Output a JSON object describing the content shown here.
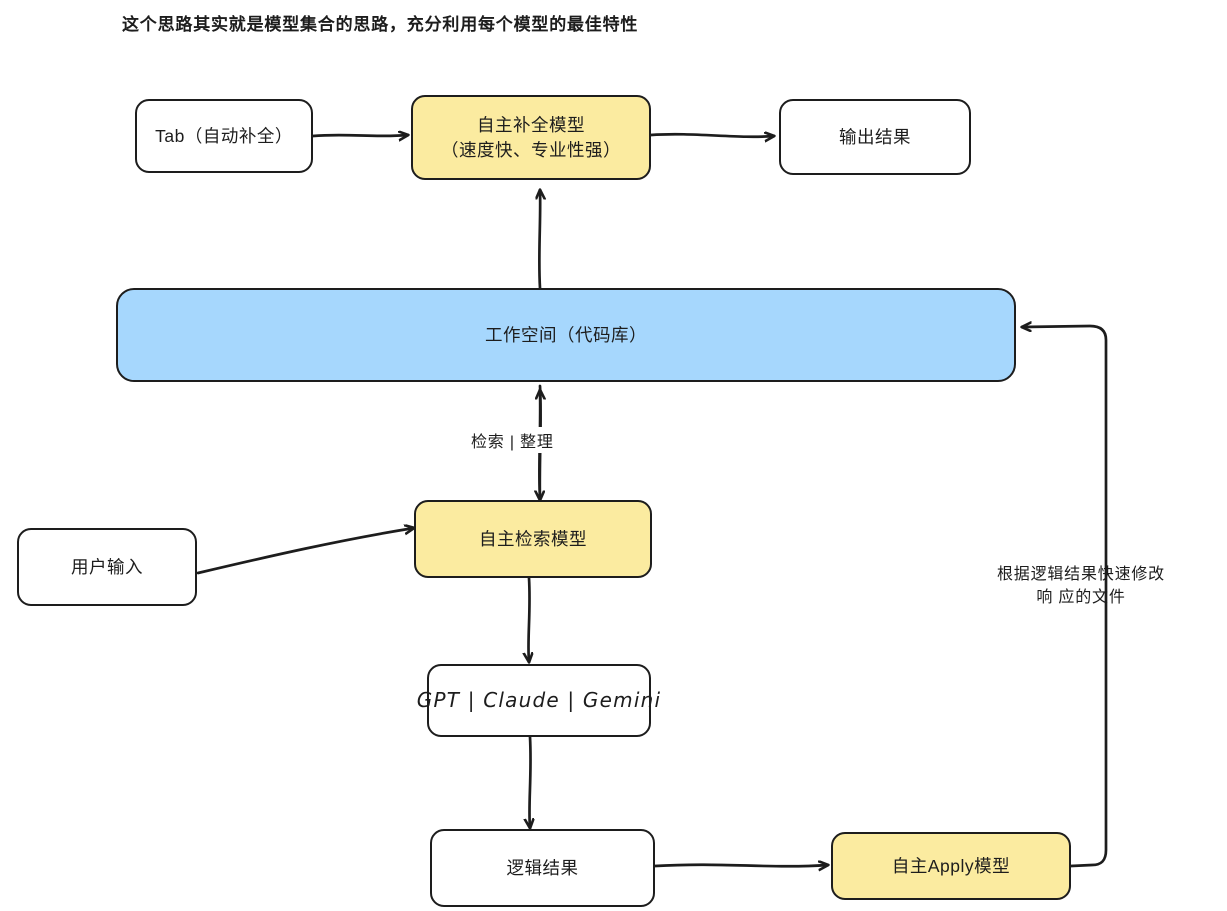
{
  "diagram": {
    "title": "这个思路其实就是模型集合的思路，充分利用每个模型的最佳特性",
    "colors": {
      "yellow_fill": "#fbeba0",
      "blue_fill": "#a6d7fd",
      "stroke": "#1d1d1d",
      "background": "#ffffff"
    },
    "nodes": [
      {
        "id": "tab-input",
        "label_line1": "Tab（自动补全）",
        "label_line2": "",
        "fill": "white"
      },
      {
        "id": "completion-model",
        "label_line1": "自主补全模型",
        "label_line2": "（速度快、专业性强）",
        "fill": "yellow"
      },
      {
        "id": "output-result",
        "label_line1": "输出结果",
        "label_line2": "",
        "fill": "white"
      },
      {
        "id": "workspace",
        "label_line1": "工作空间（代码库）",
        "label_line2": "",
        "fill": "blue"
      },
      {
        "id": "user-input",
        "label_line1": "用户输入",
        "label_line2": "",
        "fill": "white"
      },
      {
        "id": "retrieval-model",
        "label_line1": "自主检索模型",
        "label_line2": "",
        "fill": "yellow"
      },
      {
        "id": "llm-choices",
        "label_line1": "GPT | Claude | Gemini",
        "label_line2": "",
        "fill": "white"
      },
      {
        "id": "logic-result",
        "label_line1": "逻辑结果",
        "label_line2": "",
        "fill": "white"
      },
      {
        "id": "apply-model",
        "label_line1": "自主Apply模型",
        "label_line2": "",
        "fill": "yellow"
      }
    ],
    "edge_labels": {
      "retrieve_organize": "检索 | 整理",
      "apply_feedback_line1": "根据逻辑结果快速修改响",
      "apply_feedback_line2": "应的文件"
    }
  }
}
